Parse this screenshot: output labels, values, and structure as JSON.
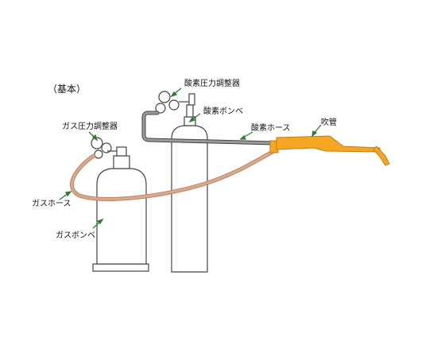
{
  "diagram": {
    "title": "（基本）",
    "labels": {
      "oxygen_regulator": "酸素圧力調整器",
      "oxygen_cylinder": "酸素ボンベ",
      "oxygen_hose": "酸素ホース",
      "torch": "吹管",
      "gas_regulator": "ガス圧力調整器",
      "gas_hose": "ガスホース",
      "gas_cylinder": "ガスボンベ"
    },
    "colors": {
      "outline": "#444444",
      "arrow": "#2e7d32",
      "oxygen_hose": "#9a9a9a",
      "gas_hose": "#d9aa8a",
      "torch": "#f5a623"
    }
  }
}
